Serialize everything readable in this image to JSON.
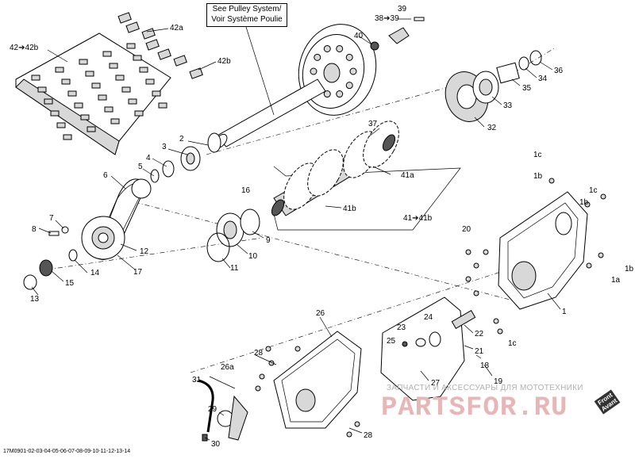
{
  "callout": {
    "line1": "See Pulley System/",
    "line2": "Voir Système Poulie"
  },
  "labels": [
    {
      "id": "l42a42b",
      "text": "42➔42b"
    },
    {
      "id": "l42a",
      "text": "42a"
    },
    {
      "id": "l42b",
      "text": "42b"
    },
    {
      "id": "l1",
      "text": "1"
    },
    {
      "id": "l1a",
      "text": "1a"
    },
    {
      "id": "l1b_top",
      "text": "1b"
    },
    {
      "id": "l1b_right",
      "text": "1b"
    },
    {
      "id": "l1b_mid",
      "text": "1b"
    },
    {
      "id": "l1c_top",
      "text": "1c"
    },
    {
      "id": "l1c_right",
      "text": "1c"
    },
    {
      "id": "l1c_bottom",
      "text": "1c"
    },
    {
      "id": "l2",
      "text": "2"
    },
    {
      "id": "l3",
      "text": "3"
    },
    {
      "id": "l4",
      "text": "4"
    },
    {
      "id": "l5",
      "text": "5"
    },
    {
      "id": "l6",
      "text": "6"
    },
    {
      "id": "l7",
      "text": "7"
    },
    {
      "id": "l8",
      "text": "8"
    },
    {
      "id": "l9",
      "text": "9"
    },
    {
      "id": "l10",
      "text": "10"
    },
    {
      "id": "l11",
      "text": "11"
    },
    {
      "id": "l12",
      "text": "12"
    },
    {
      "id": "l13",
      "text": "13"
    },
    {
      "id": "l14",
      "text": "14"
    },
    {
      "id": "l15",
      "text": "15"
    },
    {
      "id": "l16",
      "text": "16"
    },
    {
      "id": "l17",
      "text": "17"
    },
    {
      "id": "l18",
      "text": "18"
    },
    {
      "id": "l19",
      "text": "19"
    },
    {
      "id": "l20",
      "text": "20"
    },
    {
      "id": "l21",
      "text": "21"
    },
    {
      "id": "l22",
      "text": "22"
    },
    {
      "id": "l23",
      "text": "23"
    },
    {
      "id": "l24",
      "text": "24"
    },
    {
      "id": "l25",
      "text": "25"
    },
    {
      "id": "l26",
      "text": "26"
    },
    {
      "id": "l26a",
      "text": "26a"
    },
    {
      "id": "l27",
      "text": "27"
    },
    {
      "id": "l28_top",
      "text": "28"
    },
    {
      "id": "l28_bottom",
      "text": "28"
    },
    {
      "id": "l29",
      "text": "29"
    },
    {
      "id": "l30",
      "text": "30"
    },
    {
      "id": "l31",
      "text": "31"
    },
    {
      "id": "l32",
      "text": "32"
    },
    {
      "id": "l33",
      "text": "33"
    },
    {
      "id": "l34",
      "text": "34"
    },
    {
      "id": "l35",
      "text": "35"
    },
    {
      "id": "l36",
      "text": "36"
    },
    {
      "id": "l37",
      "text": "37"
    },
    {
      "id": "l38",
      "text": "38➔39"
    },
    {
      "id": "l39",
      "text": "39"
    },
    {
      "id": "l40",
      "text": "40"
    },
    {
      "id": "l41a",
      "text": "41a"
    },
    {
      "id": "l41b",
      "text": "41b"
    },
    {
      "id": "l41range",
      "text": "41➔41b"
    }
  ],
  "figure_code": "17M0901-02-03-04-05-06-07-08-09-10-11-12-13-14",
  "watermark": {
    "caption": "ЗАПЧАСТИ И АКСЕССУАРЫ ДЛЯ МОТОТЕХНИКИ",
    "logo": "PARTSFOR.RU"
  },
  "front_badge": {
    "line1": "Front",
    "line2": "Avant"
  }
}
